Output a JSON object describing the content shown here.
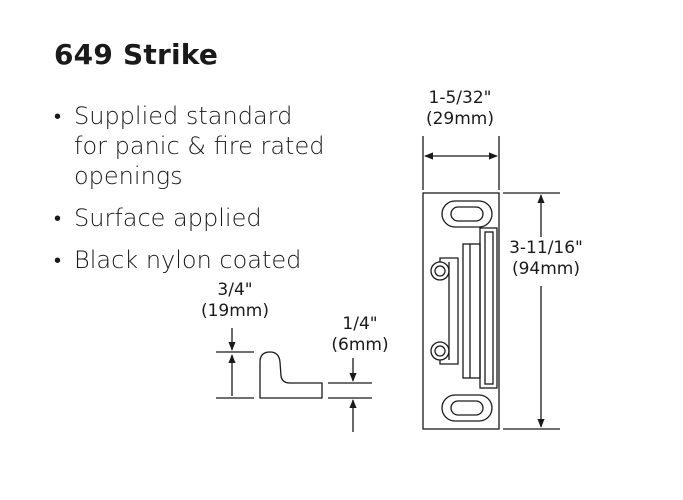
{
  "title": "649 Strike",
  "bullets": [
    "Supplied standard\nfor panic & fire rated\nopenings",
    "Surface applied",
    "Black nylon coated"
  ],
  "dimensions": {
    "width_in": "1-5/32\"",
    "width_mm": "(29mm)",
    "height_in": "3-11/16\"",
    "height_mm": "(94mm)",
    "lip_in": "3/4\"",
    "lip_mm": "(19mm)",
    "thickness_in": "1/4\"",
    "thickness_mm": "(6mm)"
  },
  "colors": {
    "text": "#1a1a1a",
    "line": "#1a1a1a",
    "background": "#ffffff"
  }
}
